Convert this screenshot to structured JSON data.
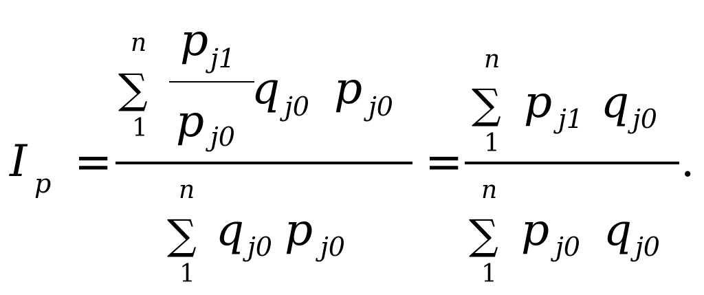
{
  "formula": {
    "lhs": {
      "symbol": "I",
      "subscript": "p"
    },
    "equals": "=",
    "sum": {
      "symbol": "∑",
      "upper": "n",
      "lower": "1"
    },
    "p": "p",
    "q": "q",
    "sub_j1": "j1",
    "sub_j0": "j0",
    "period": "."
  }
}
